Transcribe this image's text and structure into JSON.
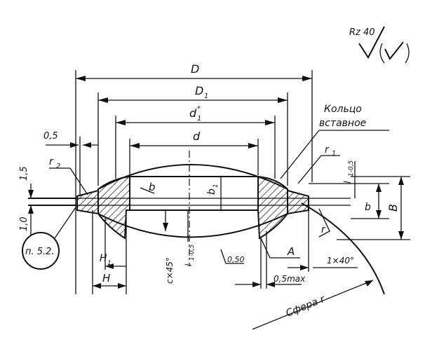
{
  "labels": {
    "roughness": "Rz 40",
    "D": "D",
    "D1": "D",
    "D1_sub": "1",
    "d1": "d",
    "d1_sub": "1",
    "d1_sup": "*",
    "d": "d",
    "dim_05": "0,5",
    "dim_15": "1,5",
    "dim_10": "1,0",
    "r2": "r",
    "r2_sub": "2",
    "b_top": "b",
    "b1": "b",
    "b1_sub": "1",
    "b_right": "b",
    "B": "B",
    "r1": "r",
    "r1_sub": "1",
    "l_top": "l",
    "l_top_sub": "1-0,5",
    "ring_line1": "Кольцо",
    "ring_line2": "вставное",
    "note": "п. 5.2.",
    "H1": "H",
    "H1_sub": "1",
    "H": "H",
    "chamfer": "c×45°",
    "l_bottom": "l",
    "l_bottom_sub": "1-0,5",
    "surf": "0,50",
    "A": "A",
    "max": "0,5max",
    "angle": "1×40°",
    "sphere": "Сфера r",
    "r_small": "r"
  }
}
